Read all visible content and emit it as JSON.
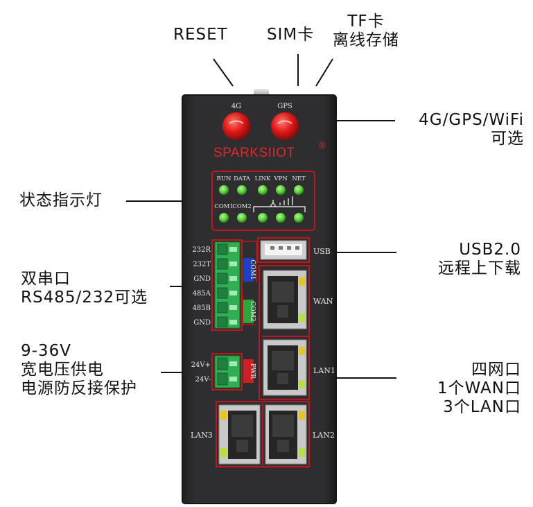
{
  "callouts": {
    "reset": "RESET",
    "sim": "SIM卡",
    "tf_line1": "TF卡",
    "tf_line2": "离线存储",
    "wireless_line1": "4G/GPS/WiFi",
    "wireless_line2": "可选",
    "status_leds": "状态指示灯",
    "serial_line1": "双串口",
    "serial_line2": "RS485/232可选",
    "usb_line1": "USB2.0",
    "usb_line2": "远程上下载",
    "power_line1": "9-36V",
    "power_line2": "宽电压供电",
    "power_line3": "电源防反接保护",
    "ports_line1": "四网口",
    "ports_line2": "1个WAN口",
    "ports_line3": "3个LAN口"
  },
  "device": {
    "brand": "SPARKSIIOT",
    "registered_mark": "®",
    "antenna_4g": "4G",
    "antenna_gps": "GPS",
    "led_row1": [
      "RUN",
      "DATA",
      "LINK",
      "VPN",
      "NET"
    ],
    "led_row2": [
      "COM1",
      "COM2"
    ],
    "serial_pins": [
      "232R",
      "232T",
      "GND",
      "485A",
      "485B",
      "GND"
    ],
    "com1_tag": "COM1",
    "com2_tag": "COM2",
    "power_pins": [
      "24V+",
      "24V-"
    ],
    "pwr_tag": "PWR",
    "usb_label": "USB",
    "wan_label": "WAN",
    "lan1_label": "LAN1",
    "lan2_label": "LAN2",
    "lan3_label": "LAN3"
  },
  "colors": {
    "body": "#2b2b2d",
    "antenna": "#e01818",
    "led_green": "#58d23a",
    "frame_red": "#c0151b",
    "brand_red": "#e0282b",
    "com1_blue": "#1e40c8",
    "com2_green": "#2aa83a",
    "terminal_green": "#2fae52"
  }
}
